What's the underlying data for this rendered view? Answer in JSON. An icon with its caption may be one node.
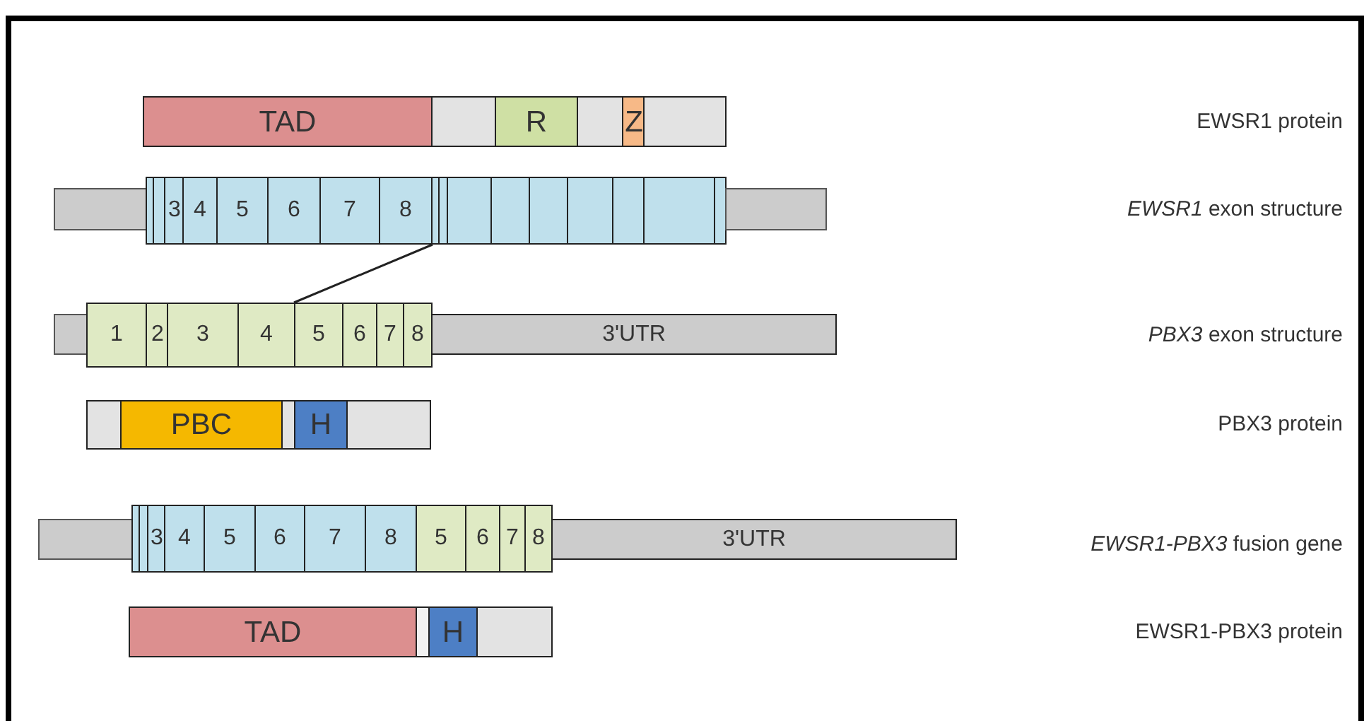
{
  "diagram": {
    "nodes": [
      {
        "text": [
          "TAD"
        ]
      },
      {
        "text": [],
        "shape": "box"
      },
      {
        "text": [
          "R"
        ]
      },
      {
        "text": [],
        "shape": "box"
      },
      {
        "text": [
          "Z"
        ]
      },
      {
        "text": [],
        "shape": "box"
      },
      {
        "text": [],
        "shape": "bar"
      },
      {
        "text": [],
        "shape": "box"
      },
      {
        "text": [],
        "shape": "box"
      },
      {
        "text": [
          "3"
        ]
      },
      {
        "text": [
          "4"
        ]
      },
      {
        "text": [
          "5"
        ]
      },
      {
        "text": [
          "6"
        ]
      },
      {
        "text": [
          "7"
        ]
      },
      {
        "text": [
          "8"
        ]
      },
      {
        "text": [],
        "shape": "box"
      },
      {
        "text": [],
        "shape": "box"
      },
      {
        "text": [],
        "shape": "box"
      },
      {
        "text": [],
        "shape": "box"
      },
      {
        "text": [],
        "shape": "box"
      },
      {
        "text": [],
        "shape": "box"
      },
      {
        "text": [],
        "shape": "box"
      },
      {
        "text": [],
        "shape": "box"
      },
      {
        "text": [],
        "shape": "box"
      },
      {
        "text": [],
        "shape": "bar"
      },
      {
        "text": [],
        "shape": "bar"
      },
      {
        "text": [
          "1"
        ]
      },
      {
        "text": [
          "2"
        ]
      },
      {
        "text": [
          "3"
        ]
      },
      {
        "text": [
          "4"
        ]
      },
      {
        "text": [
          "5"
        ]
      },
      {
        "text": [
          "6"
        ]
      },
      {
        "text": [
          "7"
        ]
      },
      {
        "text": [
          "8"
        ]
      },
      {
        "text": [
          "3'UTR"
        ]
      },
      {
        "text": [],
        "shape": "box"
      },
      {
        "text": [
          "PBC"
        ]
      },
      {
        "text": [],
        "shape": "box"
      },
      {
        "text": [
          "H"
        ]
      },
      {
        "text": [],
        "shape": "box"
      },
      {
        "text": [],
        "shape": "bar"
      },
      {
        "text": [],
        "shape": "box"
      },
      {
        "text": [],
        "shape": "box"
      },
      {
        "text": [
          "3"
        ]
      },
      {
        "text": [
          "4"
        ]
      },
      {
        "text": [
          "5"
        ]
      },
      {
        "text": [
          "6"
        ]
      },
      {
        "text": [
          "7"
        ]
      },
      {
        "text": [
          "8"
        ]
      },
      {
        "text": [
          "5"
        ]
      },
      {
        "text": [
          "6"
        ]
      },
      {
        "text": [
          "7"
        ]
      },
      {
        "text": [
          "8"
        ]
      },
      {
        "text": [
          "3'UTR"
        ]
      },
      {
        "text": [
          "TAD"
        ]
      },
      {
        "text": [],
        "shape": "box"
      },
      {
        "text": [
          "H"
        ]
      },
      {
        "text": [],
        "shape": "box"
      }
    ],
    "edges": [
      {
        "from": 14,
        "to": 30,
        "arrow": "none"
      }
    ],
    "labels": [
      "EWSR1 protein",
      "*EWSR1* exon structure",
      "*PBX3* exon structure",
      "PBX3 protein",
      "*EWSR1-PBX3* fusion gene",
      "EWSR1-PBX3 protein"
    ]
  }
}
